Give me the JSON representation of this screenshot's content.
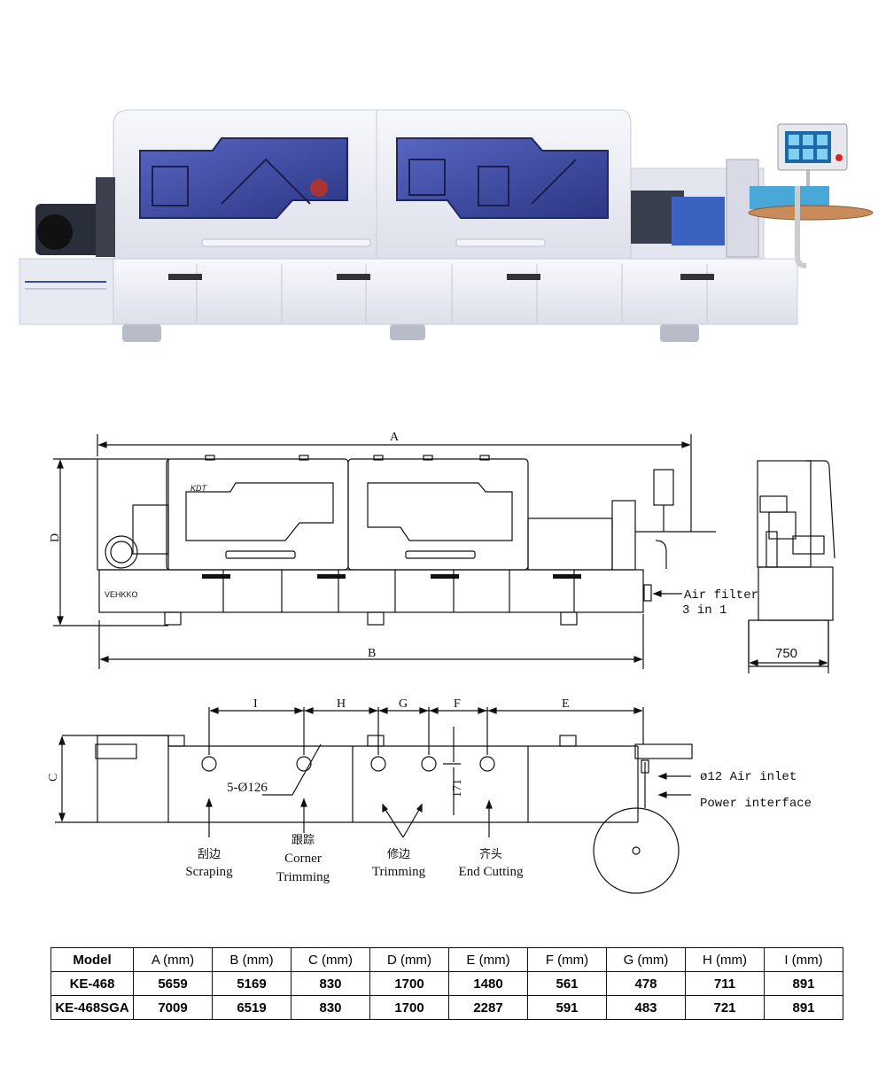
{
  "drawing": {
    "dims": {
      "A": "A",
      "B": "B",
      "C": "C",
      "D": "D",
      "E": "E",
      "F": "F",
      "G": "G",
      "H": "H",
      "I": "I",
      "side_width": "750",
      "hole_spec": "5-Ø126",
      "height_171": "171"
    },
    "notes": {
      "air_filter_line1": "Air filter",
      "air_filter_line2": "3 in 1",
      "air_inlet": "ø12 Air inlet",
      "power": "Power interface"
    },
    "stations": [
      {
        "zh": "刮边",
        "en": "Scraping"
      },
      {
        "zh": "跟踪",
        "en": "Corner",
        "en2": "Trimming"
      },
      {
        "zh": "修边",
        "en": "Trimming"
      },
      {
        "zh": "齐头",
        "en": "End Cutting"
      }
    ],
    "brand_mark": "KDT",
    "panel_text": "VEHKKO"
  },
  "table": {
    "headers": [
      "Model",
      "A (mm)",
      "B (mm)",
      "C (mm)",
      "D (mm)",
      "E (mm)",
      "F (mm)",
      "G (mm)",
      "H (mm)",
      "I (mm)"
    ],
    "rows": [
      [
        "KE-468",
        "5659",
        "5169",
        "830",
        "1700",
        "1480",
        "561",
        "478",
        "711",
        "891"
      ],
      [
        "KE-468SGA",
        "7009",
        "6519",
        "830",
        "1700",
        "2287",
        "591",
        "483",
        "721",
        "891"
      ]
    ]
  },
  "colors": {
    "window_blue": "#3b4a9e",
    "body": "#eef0f5",
    "outline": "#222222",
    "belt": "#c98b5a",
    "hmi": "#4aa8d8"
  }
}
